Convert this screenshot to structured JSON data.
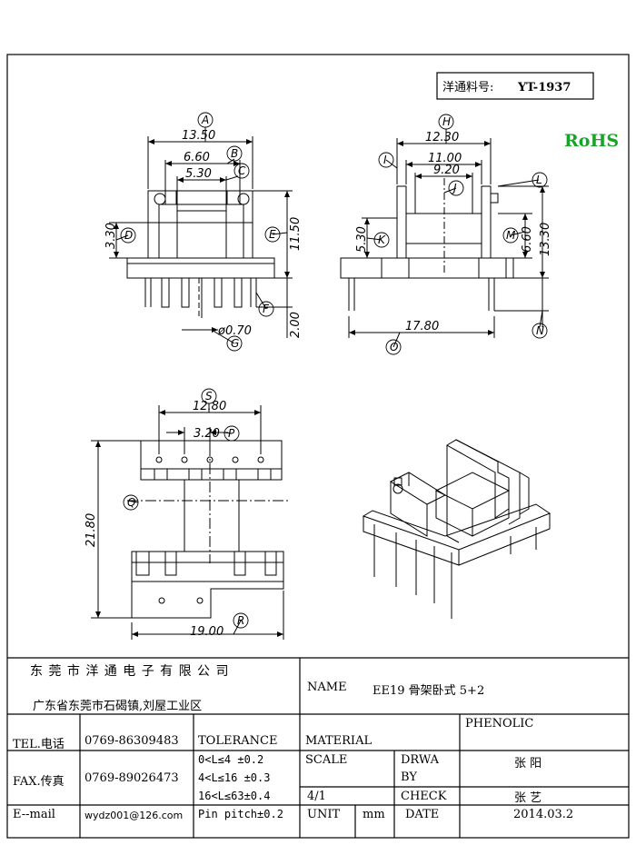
{
  "part_box": {
    "label": "洋通料号:",
    "value": "YT-1937"
  },
  "rohs": "RoHS",
  "colors": {
    "rohs": "#1aa329",
    "line": "#000000"
  },
  "views": {
    "top_left": {
      "dims": {
        "w_overall": "13.50",
        "w_mid": "6.60",
        "w_inner": "5.30",
        "h_side": "3.30",
        "h_total": "11.50",
        "pin_len": "2.00",
        "pin_dia": "ø0.70"
      },
      "letters": {
        "a": "A",
        "b": "B",
        "c": "C",
        "d": "D",
        "e": "E",
        "f": "F",
        "g": "G"
      }
    },
    "top_right": {
      "dims": {
        "w_overall": "12.30",
        "w_mid": "11.00",
        "w_inner": "9.20",
        "h_left": "5.30",
        "h_mid": "6.60",
        "h_total": "13.30",
        "w_base": "17.80"
      },
      "letters": {
        "h": "H",
        "i": "I",
        "j": "J",
        "k": "K",
        "l": "L",
        "m": "M",
        "n": "N",
        "o": "O"
      }
    },
    "bottom_left": {
      "dims": {
        "w_pins": "12.80",
        "pitch": "3.20",
        "h_total": "21.80",
        "w_base": "19.00"
      },
      "letters": {
        "s": "S",
        "p": "P",
        "q": "Q",
        "r": "R"
      }
    }
  },
  "title_block": {
    "company": "东 莞 市 洋 通 电 子 有 限 公 司",
    "address": "广东省东莞市石碣镇,刘屋工业区",
    "name_label": "NAME",
    "name_value": "EE19 骨架卧式 5+2",
    "material_value": "PHENOLIC",
    "tel_label": "TEL.电话",
    "tel_value": "0769-86309483",
    "tolerance_label": "TOLERANCE",
    "material_label": "MATERIAL",
    "fax_label": "FAX.传真",
    "fax_value": "0769-89026473",
    "tol1": "0<L≤4  ±0.2",
    "tol2": "4<L≤16 ±0.3",
    "tol3": "16<L≤63±0.4",
    "tol4": "Pin pitch±0.2",
    "scale_label": "SCALE",
    "drawn_label1": "DRWA",
    "drawn_label2": "BY",
    "drawn_value": "张  阳",
    "scale_value": "4/1",
    "check_label": "CHECK",
    "check_value": "张  艺",
    "email_label": "E--mail",
    "email_value": "wydz001@126.com",
    "unit_label": "UNIT",
    "unit_value": "mm",
    "date_label": "DATE",
    "date_value": "2014.03.2"
  }
}
